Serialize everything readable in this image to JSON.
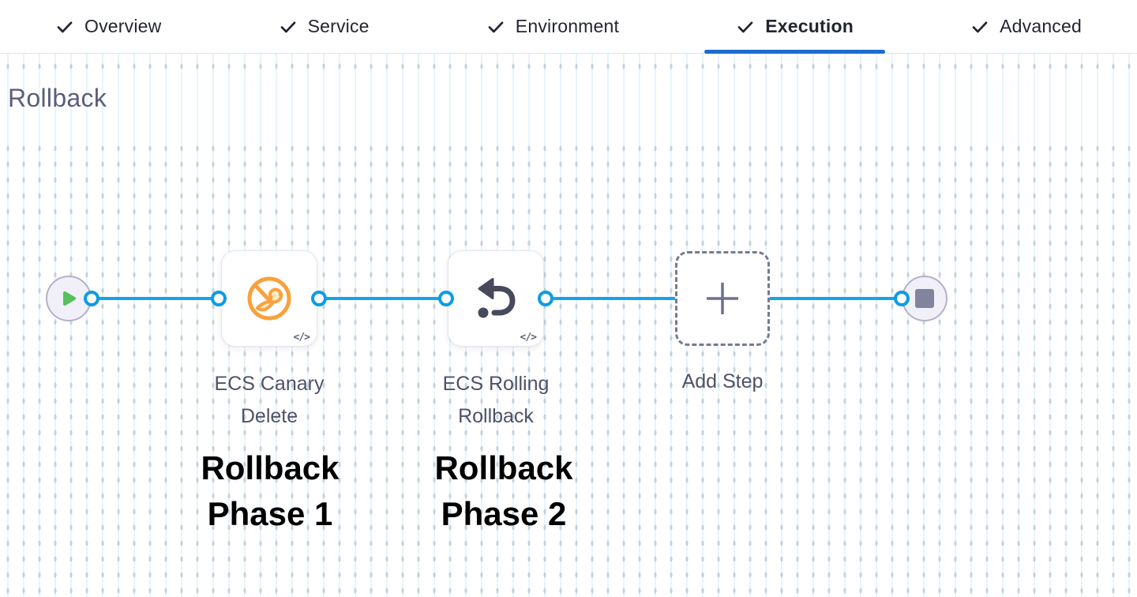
{
  "tab_bar": {
    "tabs": [
      {
        "label": "Overview",
        "completed": true,
        "active": false
      },
      {
        "label": "Service",
        "completed": true,
        "active": false
      },
      {
        "label": "Environment",
        "completed": true,
        "active": false
      },
      {
        "label": "Execution",
        "completed": true,
        "active": true
      },
      {
        "label": "Advanced",
        "completed": true,
        "active": false
      }
    ]
  },
  "section": {
    "heading": "Rollback"
  },
  "pipeline": {
    "start_node": {
      "icon": "play-icon"
    },
    "steps": [
      {
        "label": "ECS Canary Delete",
        "icon": "canary-delete-icon",
        "code_badge": "</>",
        "annotation": "Rollback Phase 1"
      },
      {
        "label": "ECS Rolling Rollback",
        "icon": "rollback-arrow-icon",
        "code_badge": "</>",
        "annotation": "Rollback Phase 2"
      }
    ],
    "add_step": {
      "label": "Add Step",
      "icon": "plus-icon"
    },
    "end_node": {
      "icon": "stop-icon"
    }
  },
  "colors": {
    "connector_blue": "#15a4eb",
    "port_blue": "#0d9ce6",
    "active_tab_underline": "#1a6dd0",
    "canary_orange": "#f9a13a",
    "rollback_icon_gray": "#474a5d",
    "play_green": "#56c05c",
    "heading_gray": "#5a5e78",
    "node_label_gray": "#4e5267",
    "annotation_black": "#000000"
  }
}
